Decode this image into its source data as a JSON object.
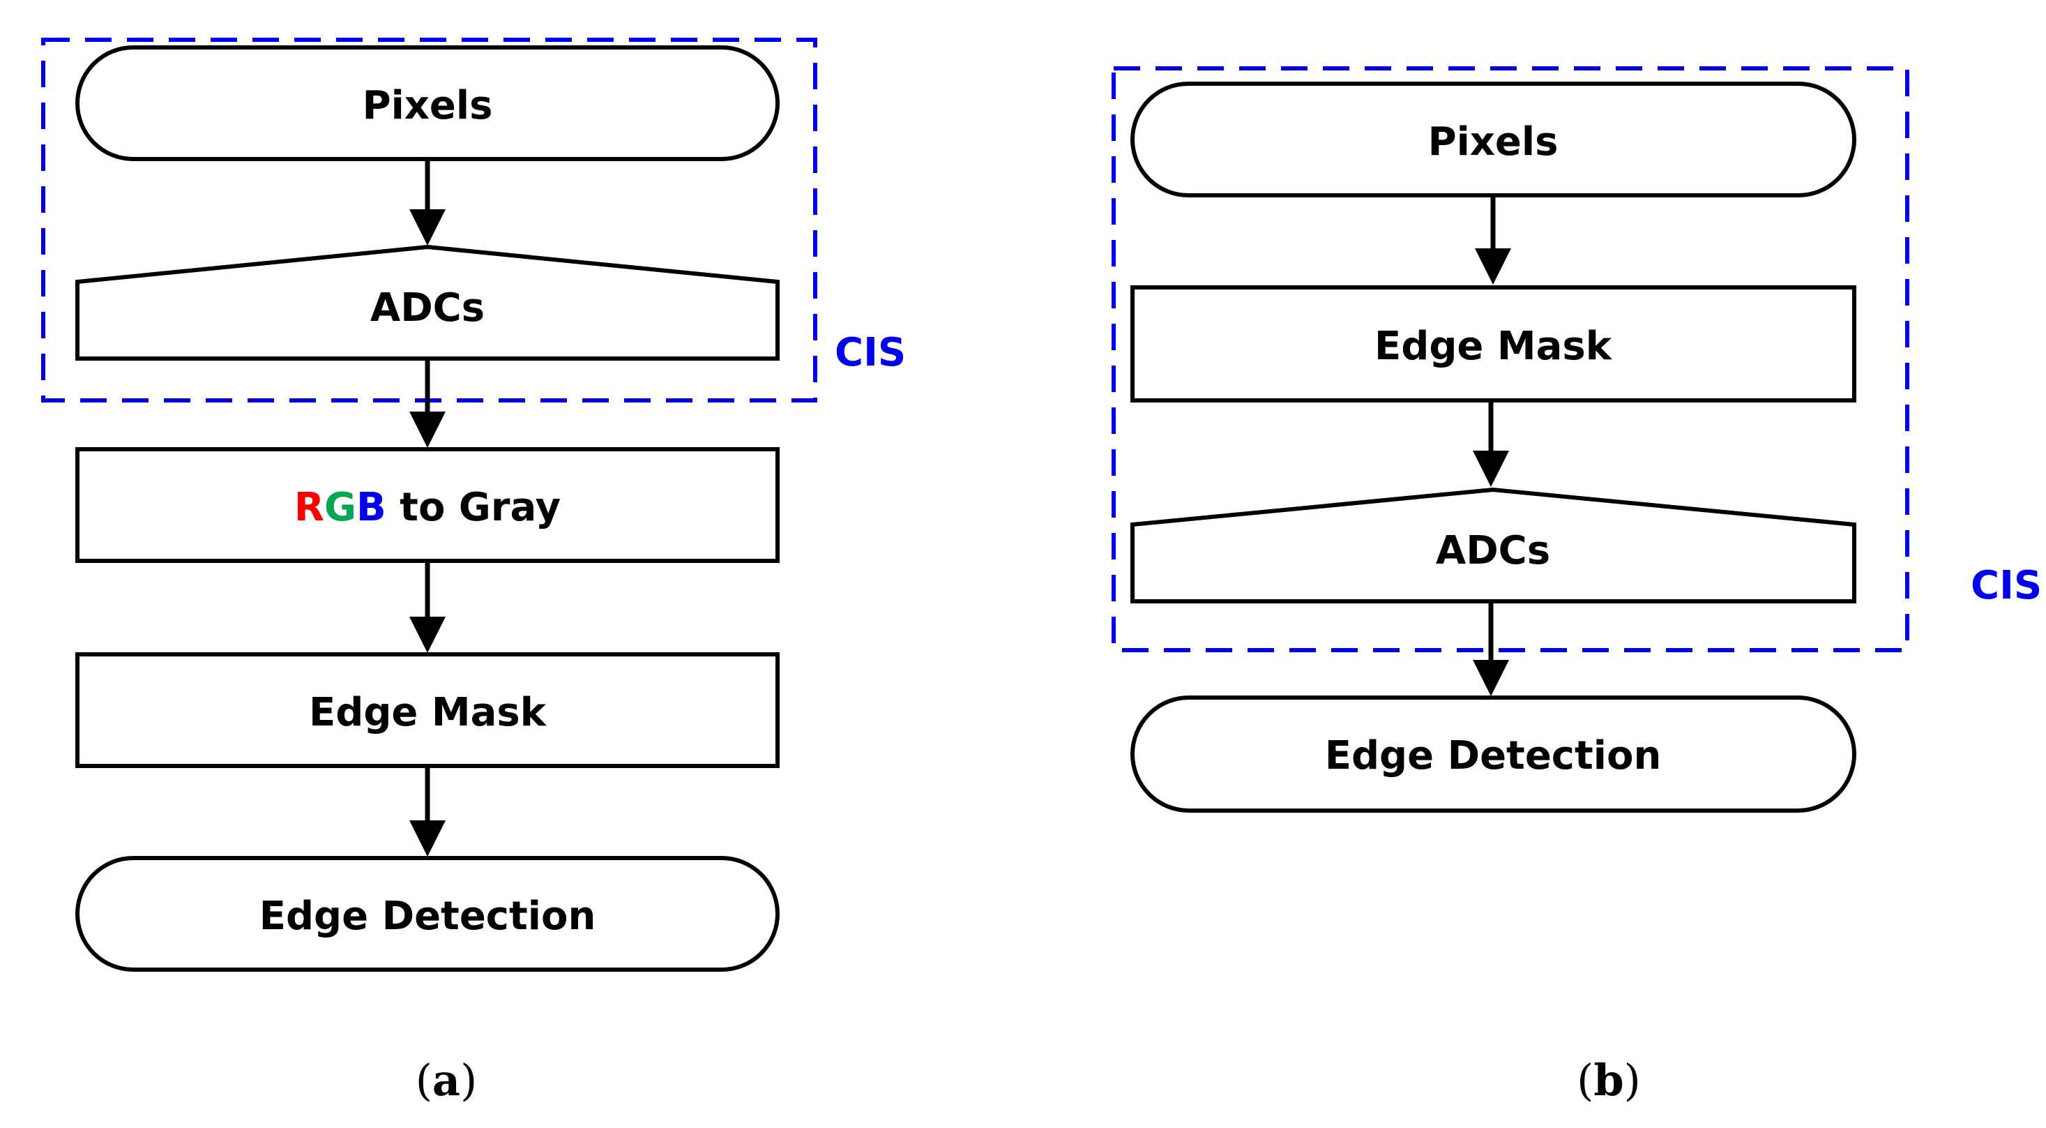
{
  "panels": {
    "a": {
      "caption_open": "(",
      "caption_letter": "a",
      "caption_close": ")",
      "nodes": {
        "pixels": "Pixels",
        "adcs": "ADCs",
        "rgb_to_gray": {
          "r": "R",
          "g": "G",
          "b": "B",
          "rest": " to Gray"
        },
        "edge_mask": "Edge Mask",
        "edge_detection": "Edge Detection"
      },
      "cis_label": "CIS"
    },
    "b": {
      "caption_open": "(",
      "caption_letter": "b",
      "caption_close": ")",
      "nodes": {
        "pixels": "Pixels",
        "edge_mask": "Edge Mask",
        "adcs": "ADCs",
        "edge_detection": "Edge Detection"
      },
      "cis_label": "CIS"
    }
  },
  "colors": {
    "cis": "#0000ee",
    "red": "#ff0000",
    "green": "#00a651",
    "blue": "#0000ee",
    "stroke": "#000000"
  }
}
